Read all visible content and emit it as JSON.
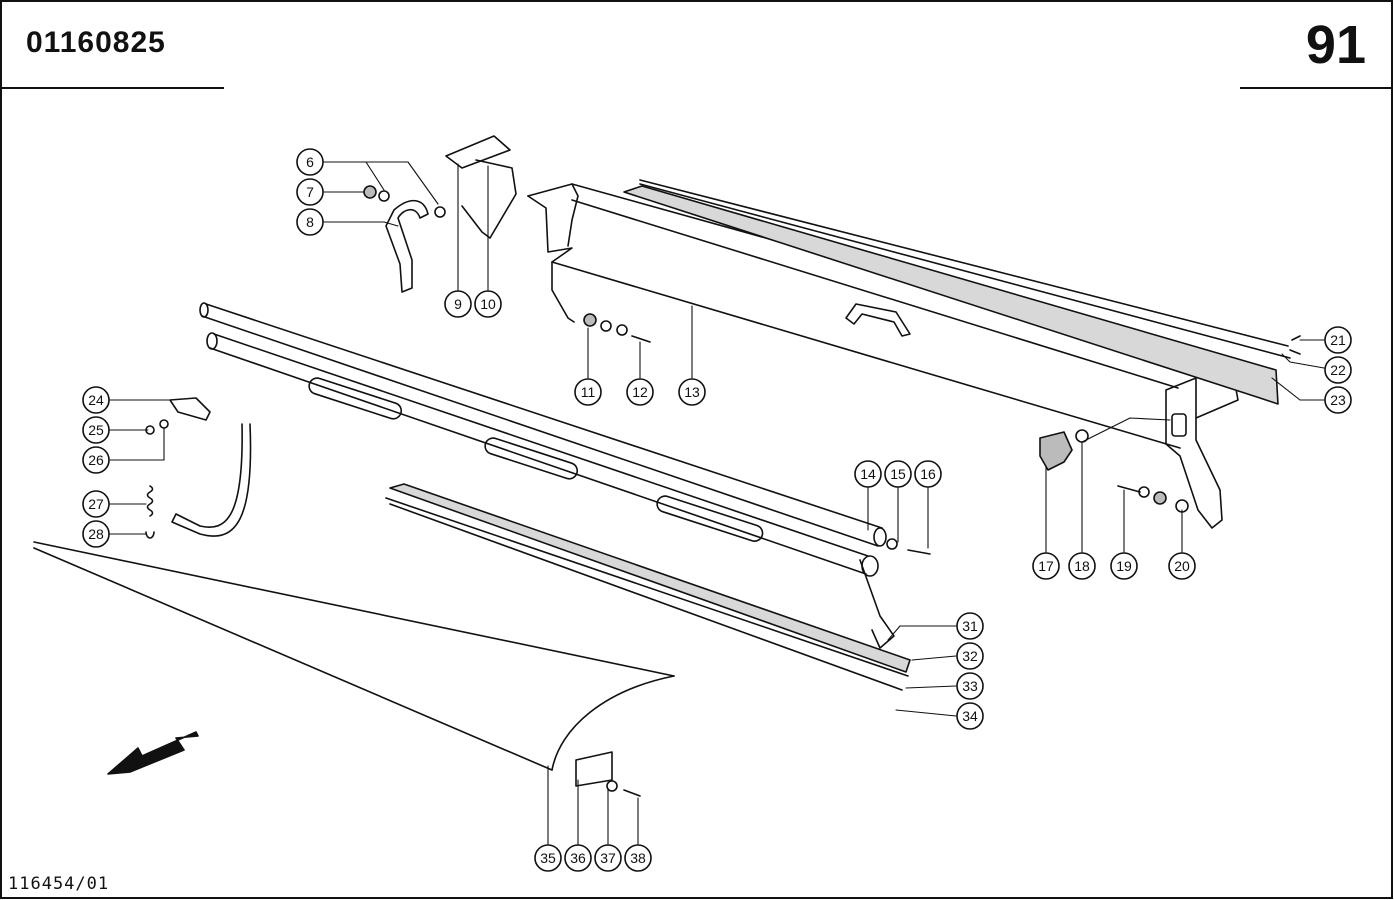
{
  "header": {
    "doc_number": "01160825",
    "page_number": "91"
  },
  "footer": {
    "drawing_ref": "116454/01"
  },
  "diagram": {
    "type": "exploded parts diagram",
    "callouts": [
      "6",
      "7",
      "8",
      "9",
      "10",
      "11",
      "12",
      "13",
      "14",
      "15",
      "16",
      "17",
      "18",
      "19",
      "20",
      "21",
      "22",
      "23",
      "24",
      "25",
      "26",
      "27",
      "28",
      "31",
      "32",
      "33",
      "34",
      "35",
      "36",
      "37",
      "38"
    ],
    "direction_arrow": "arrow-left-down-icon"
  }
}
